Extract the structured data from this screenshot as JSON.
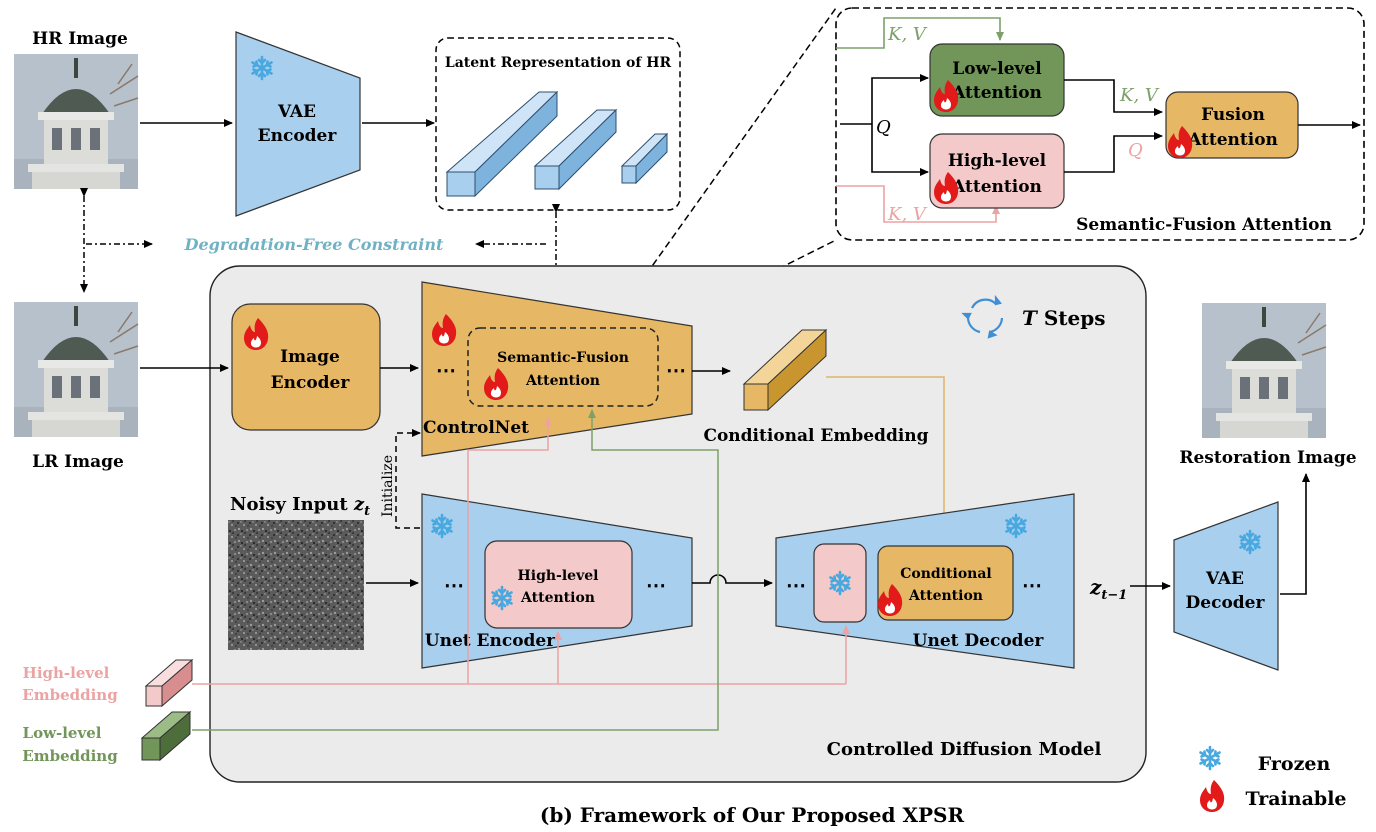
{
  "labels": {
    "hr_image": "HR Image",
    "lr_image": "LR Image",
    "restoration_image": "Restoration Image",
    "vae_encoder": [
      "VAE",
      "Encoder"
    ],
    "vae_decoder": [
      "VAE",
      "Decoder"
    ],
    "latent_hr": "Latent Representation of HR",
    "degradation": "Degradation-Free Constraint",
    "image_encoder": [
      "Image",
      "Encoder"
    ],
    "controlnet": "ControlNet",
    "sfa_inner": [
      "Semantic-Fusion",
      "Attention"
    ],
    "conditional_embedding": "Conditional Embedding",
    "t_steps_var": "T",
    "t_steps_word": " Steps",
    "noisy_input": "Noisy Input ",
    "z_t": "z",
    "z_t_sub": "t",
    "initialize": "Initialize",
    "high_level_attention": [
      "High-level",
      "Attention"
    ],
    "unet_encoder": "Unet Encoder",
    "conditional_attention": [
      "Conditional",
      "Attention"
    ],
    "unet_decoder": "Unet Decoder",
    "z_t1": "z",
    "z_t1_sub": "t−1",
    "ellipsis": "⋯",
    "high_level_embedding": [
      "High-level",
      "Embedding"
    ],
    "low_level_embedding": [
      "Low-level",
      "Embedding"
    ],
    "controlled_diffusion": "Controlled Diffusion Model",
    "sfa_title": "Semantic-Fusion Attention",
    "low_level_attention": [
      "Low-level",
      "Attention"
    ],
    "high_level_attention_top": [
      "High-level",
      "Attention"
    ],
    "fusion_attention": [
      "Fusion",
      "Attention"
    ],
    "kv": "K, V",
    "q": "Q",
    "frozen": "Frozen",
    "trainable": "Trainable",
    "caption": "(b) Framework of Our Proposed XPSR"
  },
  "colors": {
    "blue_fill": "#a9cfee",
    "orange_fill": "#e6b866",
    "pink_fill": "#f3c9c9",
    "green_fill": "#72955a",
    "diffusion_bg": "#ebebeb",
    "pink_line": "#eba3a3",
    "green_line": "#7da06a",
    "teal_text": "#6fb2c4"
  },
  "icons": {
    "frozen": "snowflake-icon",
    "trainable": "flame-icon",
    "steps": "cycle-arrows-icon"
  }
}
